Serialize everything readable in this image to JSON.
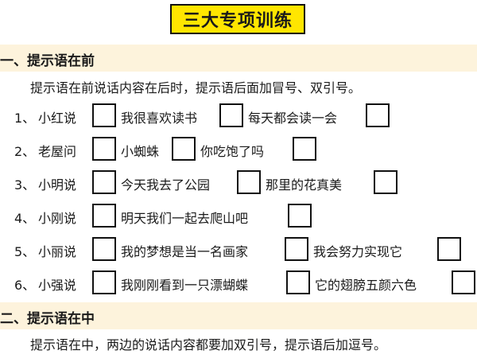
{
  "title": "三大专项训练",
  "section1": {
    "heading": "一、提示语在前",
    "instruction": "提示语在前说话内容在后时，提示语后面加冒号、双引号。"
  },
  "exercises": [
    {
      "num": "1、",
      "parts": [
        "小红说",
        "我很喜欢读书",
        "每天都会读一会"
      ]
    },
    {
      "num": "2、",
      "parts": [
        "老屋问",
        "小蜘蛛",
        "你吃饱了吗"
      ]
    },
    {
      "num": "3、",
      "parts": [
        "小明说",
        "今天我去了公园",
        "那里的花真美"
      ]
    },
    {
      "num": "4、",
      "parts": [
        "小刚说",
        "明天我们一起去爬山吧"
      ]
    },
    {
      "num": "5、",
      "parts": [
        "小丽说",
        "我的梦想是当一名画家",
        "我会努力实现它"
      ]
    },
    {
      "num": "6、",
      "parts": [
        "小强说",
        "我刚刚看到一只漂蝴蝶",
        "它的翅膀五颜六色"
      ]
    }
  ],
  "section2": {
    "heading": "二、提示语在中",
    "instruction": "提示语在中，两边的说话内容都要加双引号，提示语后加逗号。"
  }
}
